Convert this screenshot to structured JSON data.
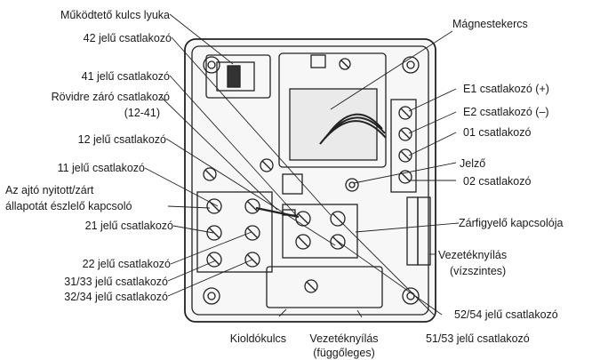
{
  "labels": {
    "mukodteto_kulcs_lyuka": "Működtető kulcs lyuka",
    "c42": "42 jelű csatlakozó",
    "c41": "41 jelű csatlakozó",
    "rovidre_1": "Rövidre záró csatlakozó",
    "rovidre_2": "(12-41)",
    "c12": "12 jelű csatlakozó",
    "c11": "11 jelű csatlakozó",
    "ajto_1": "Az ajtó nyitott/zárt",
    "ajto_2": "állapotát észlelő kapcsoló",
    "c21": "21 jelű csatlakozó",
    "c22": "22 jelű csatlakozó",
    "c3133": "31/33 jelű csatlakozó",
    "c3234": "32/34 jelű csatlakozó",
    "kioldokulcs": "Kioldókulcs",
    "vez_fugg_1": "Vezetéknyílás",
    "vez_fugg_2": "(függőleges)",
    "c5153": "51/53 jelű csatlakozó",
    "c5254": "52/54 jelű csatlakozó",
    "vez_vizsz_1": "Vezetéknyílás",
    "vez_vizsz_2": "(vízszintes)",
    "zarfigyelo": "Zárfigyelő kapcsolója",
    "c02": "02 csatlakozó",
    "jelzo": "Jelző",
    "c01": "01 csatlakozó",
    "e2": "E2 csatlakozó (–)",
    "e1": "E1 csatlakozó (+)",
    "magnestekercs": "Mágnestekercs"
  }
}
